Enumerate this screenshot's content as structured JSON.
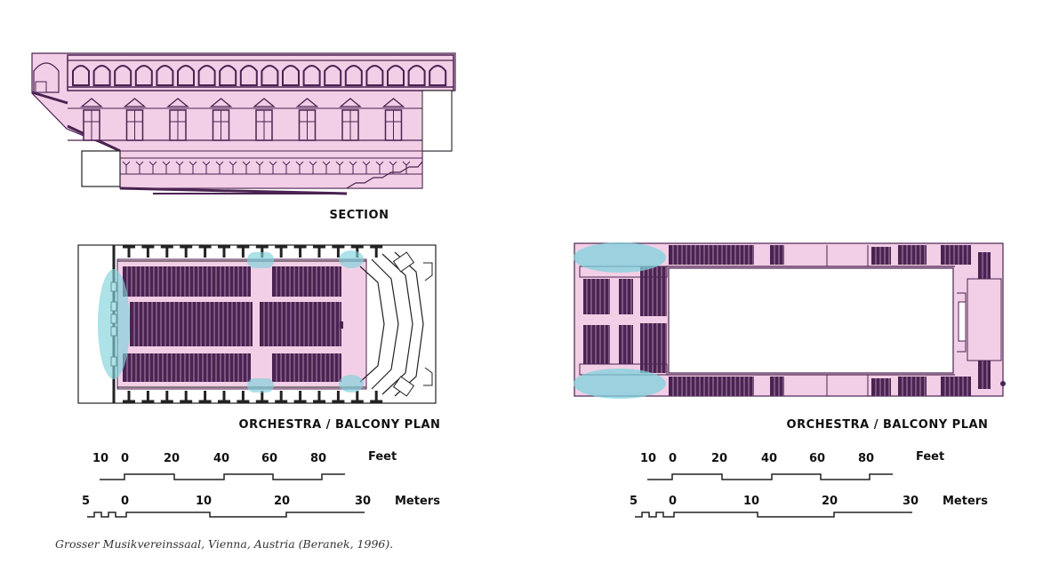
{
  "labels": {
    "section": "SECTION",
    "plan_left": "ORCHESTRA / BALCONY PLAN",
    "plan_right": "ORCHESTRA / BALCONY PLAN"
  },
  "scale_feet": {
    "ticks": [
      "10",
      "0",
      "20",
      "40",
      "60",
      "80"
    ],
    "unit": "Feet"
  },
  "scale_meters": {
    "ticks": [
      "5",
      "0",
      "10",
      "20",
      "30"
    ],
    "unit": "Meters"
  },
  "caption": "Grosser Musikvereinssaal, Vienna, Austria (Beranek, 1996).",
  "colors": {
    "pink": "#f2cfe6",
    "purple": "#4a2352",
    "teal": "#7fd3dc",
    "line": "#222222"
  }
}
